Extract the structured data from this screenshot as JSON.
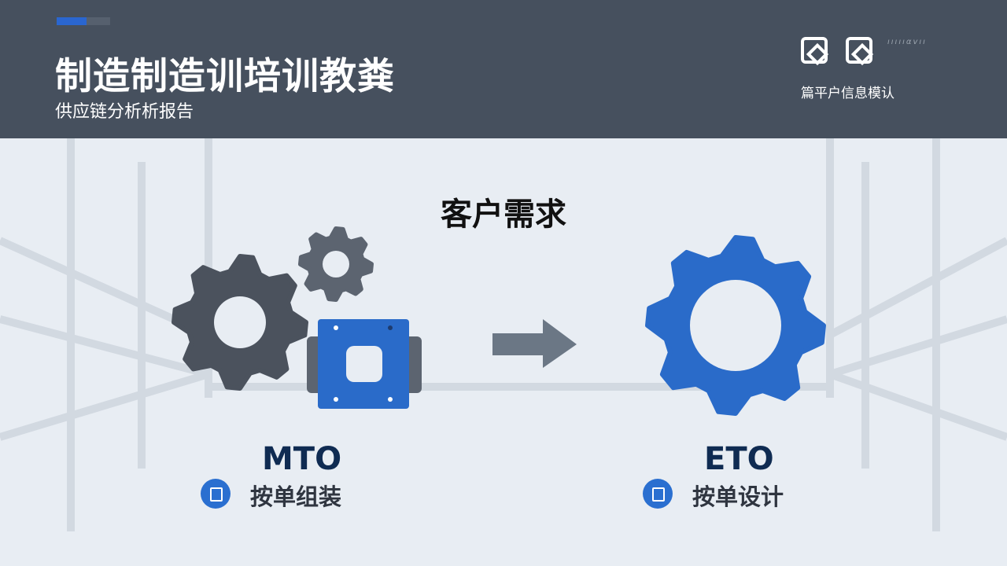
{
  "header": {
    "title": "制造制造训培训教粪",
    "subtitle": "供应链分析析报告",
    "logo_text": "篇平户信息模认",
    "faint_text": "ıııııαvıı"
  },
  "main": {
    "heading": "客户需求",
    "left": {
      "code": "MTO",
      "label": "按单组装",
      "icon": "box-icon"
    },
    "right": {
      "code": "ETO",
      "label": "按单设计",
      "icon": "window-icon"
    }
  },
  "colors": {
    "header_bg": "#46505e",
    "accent": "#2a66d0",
    "gear_dark": "#4b525d",
    "gear_blue": "#2a6bc9",
    "arrow": "#6b7785"
  }
}
